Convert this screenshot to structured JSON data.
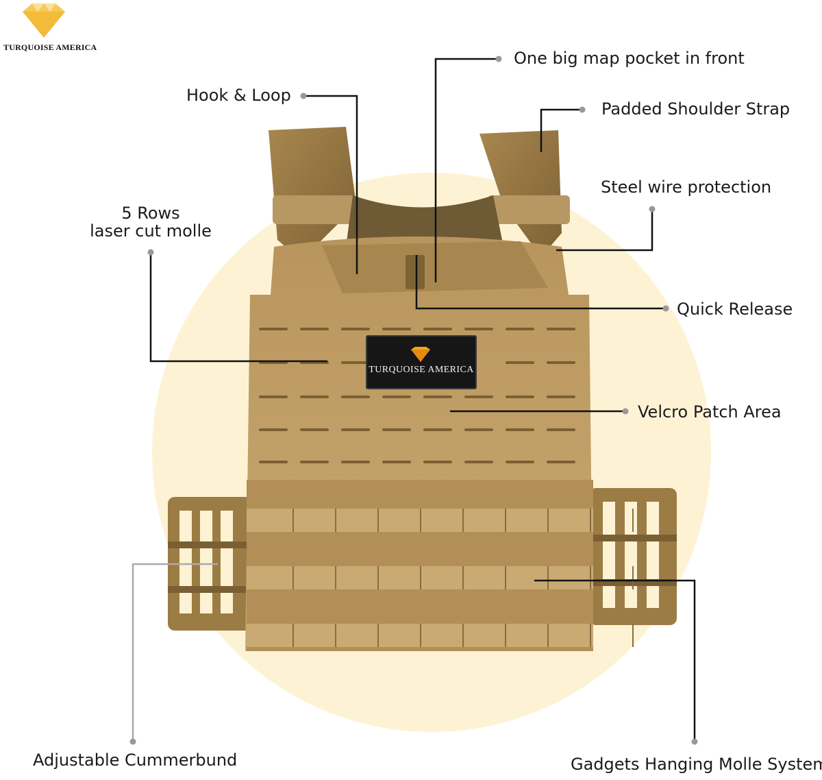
{
  "brand": {
    "logo_icon": "diamond-icon",
    "name": "TURQUOISE AMERICA",
    "accent": "#f2c14e"
  },
  "patch": {
    "icon": "diamond-icon",
    "text": "TURQUOISE AMERICA"
  },
  "colors": {
    "background_circle": "#fdf3d4",
    "vest": "#c2a06a",
    "vest_dark": "#8a6c3e",
    "leader_line": "#111111",
    "leader_dot": "#999999"
  },
  "callouts": {
    "map_pocket": "One big map pocket in front",
    "hook_loop": "Hook & Loop",
    "shoulder_strap": "Padded Shoulder Strap",
    "steel_wire": "Steel wire protection",
    "molle_rows_line1": "5 Rows",
    "molle_rows_line2": "laser cut molle",
    "quick_release": "Quick Release",
    "velcro_patch": "Velcro Patch Area",
    "cummerbund": "Adjustable Cummerbund",
    "molle_system": "Gadgets Hanging Molle System"
  }
}
